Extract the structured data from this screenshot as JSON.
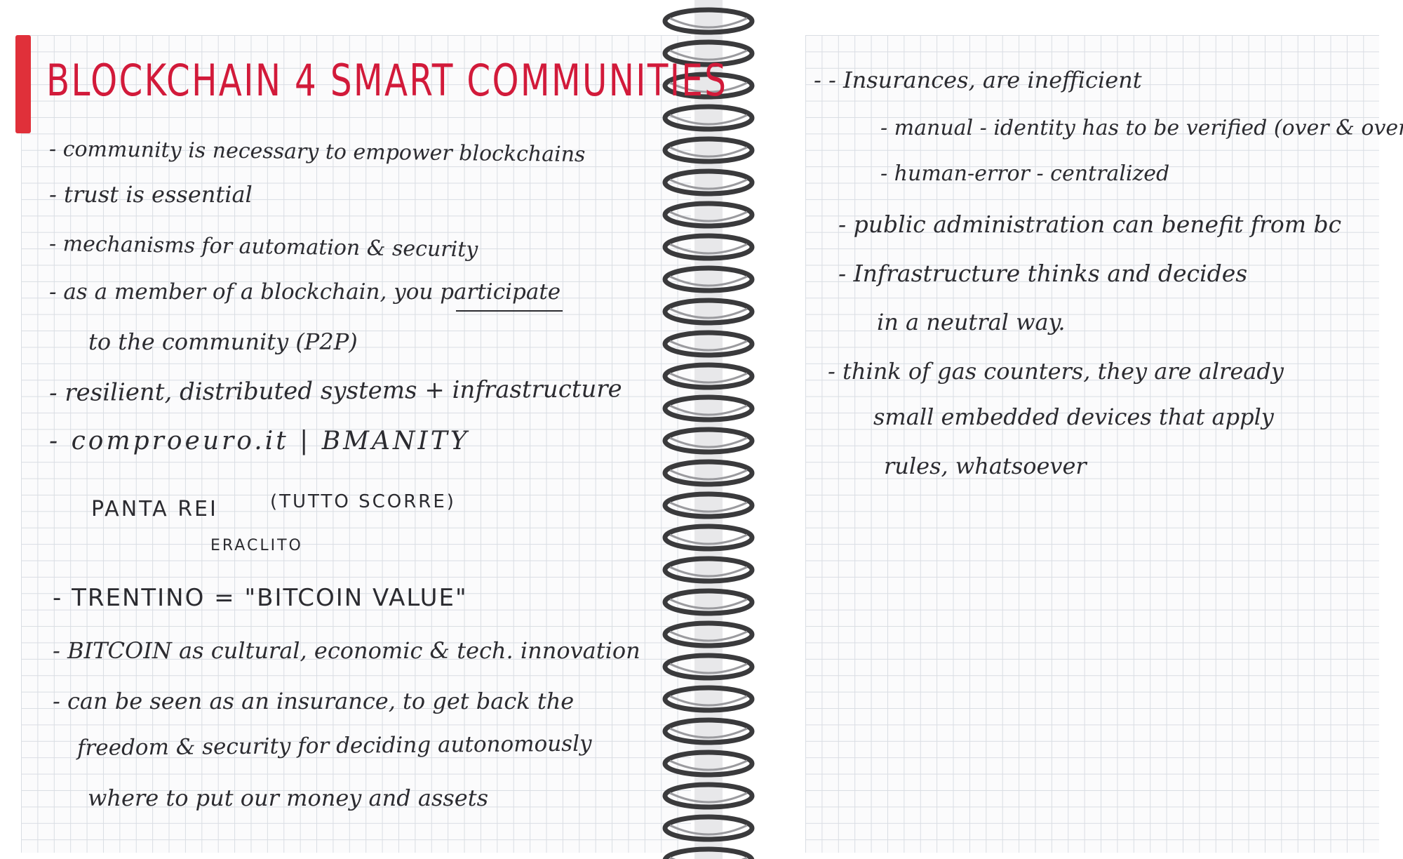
{
  "left_page": {
    "title": "BLOCKCHAIN 4 SMART COMMUNITIES",
    "lines": [
      "- community is necessary to empower blockchains",
      "- trust is essential",
      "- mechanisms for automation & security",
      "- as a member of a blockchain, you participate",
      "to the community (P2P)",
      "- resilient, distributed systems + infrastructure",
      "- comproeuro.it | BMANITY"
    ],
    "panta_rei": "PANTA REI",
    "tutto_scorre": "(TUTTO SCORRE)",
    "eraclito": "ERACLITO",
    "lines_bottom": [
      "- TRENTINO = \"BITCOIN VALUE\"",
      "- BITCOIN as cultural, economic & tech. innovation",
      "- can be seen as an insurance, to get back the",
      "freedom & security for deciding autonomously",
      "where to put our money and assets"
    ]
  },
  "right_page": {
    "lines": [
      "- - Insurances, are inefficient",
      "- manual   - identity has to be verified (over & over)",
      "- human-error   - centralized",
      "- public administration can benefit from bc",
      "- Infrastructure thinks and decides",
      "in a neutral way.",
      "- think of gas counters, they are already",
      "small embedded devices that apply",
      "rules, whatsoever"
    ]
  },
  "colors": {
    "title_red": "#d21a3a",
    "ink": "#2b2b30",
    "grid": "#d9dde3",
    "paper": "#fbfbfc",
    "spiral": "#3a3a3c"
  }
}
